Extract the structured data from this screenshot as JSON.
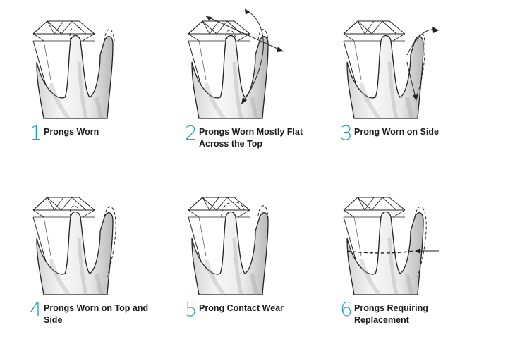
{
  "panels": [
    {
      "number": "1",
      "label": "Prongs Worn"
    },
    {
      "number": "2",
      "label": "Prongs Worn Mostly Flat Across the Top"
    },
    {
      "number": "3",
      "label": "Prong Worn on Side"
    },
    {
      "number": "4",
      "label": "Prongs Worn on Top and Side"
    },
    {
      "number": "5",
      "label": "Prong Contact Wear"
    },
    {
      "number": "6",
      "label": "Prongs Requiring Replacement"
    }
  ],
  "colors": {
    "accent": "#2aa6b4",
    "ink": "#222222"
  }
}
